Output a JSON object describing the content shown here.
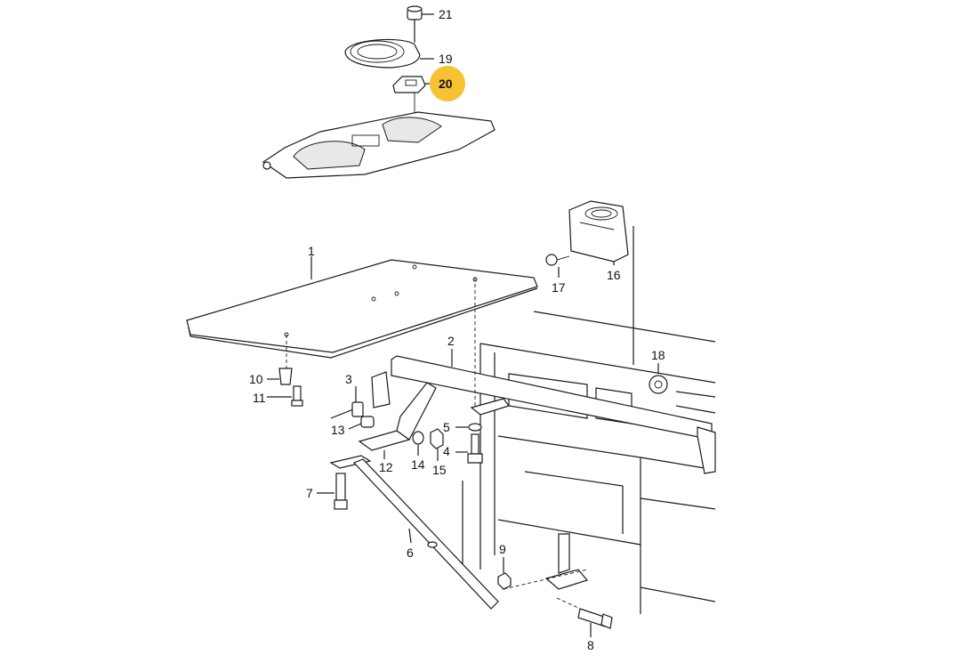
{
  "highlight_color": "#f5c332",
  "callouts": [
    {
      "id": "21",
      "label": "21"
    },
    {
      "id": "19",
      "label": "19"
    },
    {
      "id": "20",
      "label": "20",
      "highlighted": true
    },
    {
      "id": "1",
      "label": "1"
    },
    {
      "id": "16",
      "label": "16"
    },
    {
      "id": "17",
      "label": "17"
    },
    {
      "id": "2",
      "label": "2"
    },
    {
      "id": "18",
      "label": "18"
    },
    {
      "id": "3",
      "label": "3"
    },
    {
      "id": "10",
      "label": "10"
    },
    {
      "id": "11",
      "label": "11"
    },
    {
      "id": "13",
      "label": "13"
    },
    {
      "id": "5",
      "label": "5"
    },
    {
      "id": "4",
      "label": "4"
    },
    {
      "id": "12",
      "label": "12"
    },
    {
      "id": "14",
      "label": "14"
    },
    {
      "id": "15",
      "label": "15"
    },
    {
      "id": "7",
      "label": "7"
    },
    {
      "id": "6",
      "label": "6"
    },
    {
      "id": "9",
      "label": "9"
    },
    {
      "id": "8",
      "label": "8"
    }
  ]
}
